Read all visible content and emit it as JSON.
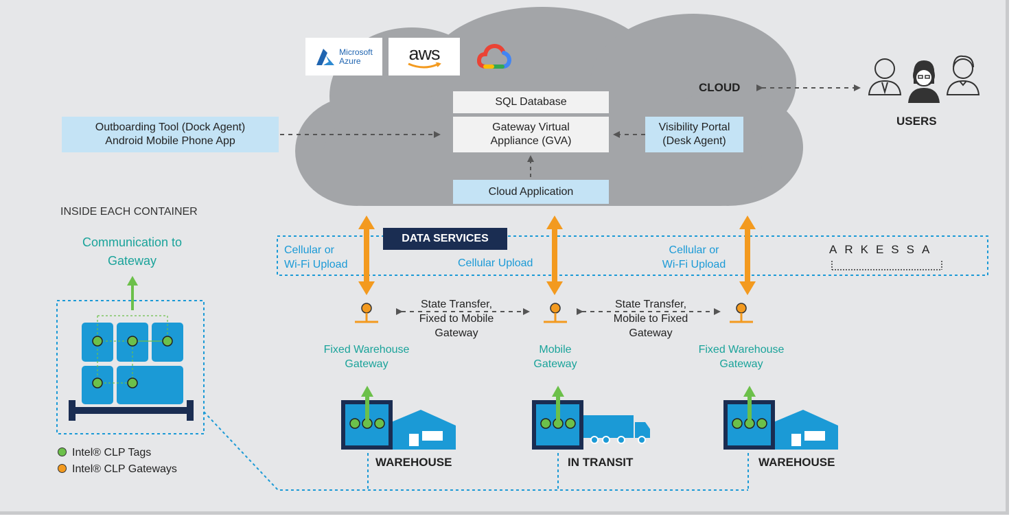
{
  "cloud": {
    "label": "CLOUD",
    "sql_database": "SQL Database",
    "gva": "Gateway Virtual Appliance (GVA)",
    "gva_line1": "Gateway Virtual",
    "gva_line2": "Appliance (GVA)",
    "cloud_application": "Cloud Application",
    "providers": [
      {
        "name": "Microsoft Azure",
        "line1": "Microsoft",
        "line2": "Azure",
        "icon": "azure-logo"
      },
      {
        "name": "aws",
        "icon": "aws-logo"
      },
      {
        "name": "Google Cloud",
        "icon": "google-cloud-logo"
      }
    ]
  },
  "outboarding_tool": {
    "line1": "Outboarding Tool (Dock Agent)",
    "line2": "Android Mobile Phone App"
  },
  "visibility_portal": {
    "line1": "Visibility Portal",
    "line2": "(Desk Agent)"
  },
  "users_label": "USERS",
  "data_services_label": "DATA SERVICES",
  "uploads": {
    "left": {
      "line1": "Cellular or",
      "line2": "Wi-Fi Upload"
    },
    "middle": "Cellular Upload",
    "right": {
      "line1": "Cellular or",
      "line2": "Wi-Fi Upload"
    }
  },
  "state_transfers": {
    "left": {
      "line1": "State Transfer,",
      "line2": "Fixed to Mobile",
      "line3": "Gateway"
    },
    "right": {
      "line1": "State Transfer,",
      "line2": "Mobile to Fixed",
      "line3": "Gateway"
    }
  },
  "gateways": {
    "left": {
      "line1": "Fixed Warehouse",
      "line2": "Gateway"
    },
    "middle": {
      "line1": "Mobile",
      "line2": "Gateway"
    },
    "right": {
      "line1": "Fixed Warehouse",
      "line2": "Gateway"
    }
  },
  "locations": {
    "left": "WAREHOUSE",
    "middle": "IN TRANSIT",
    "right": "WAREHOUSE"
  },
  "container": {
    "title": "INSIDE EACH CONTAINER",
    "comm_line1": "Communication to",
    "comm_line2": "Gateway"
  },
  "legend": {
    "tags": "Intel® CLP Tags",
    "gateways": "Intel® CLP Gateways"
  },
  "brand": "ARKESSA",
  "colors": {
    "teal": "#1aa39a",
    "blue": "#1b9ad6",
    "orange": "#f39a1f",
    "green": "#6cc04a",
    "navy": "#1a2d52",
    "cloud": "#a3a5a8",
    "light_blue_box": "#c4e3f5"
  }
}
